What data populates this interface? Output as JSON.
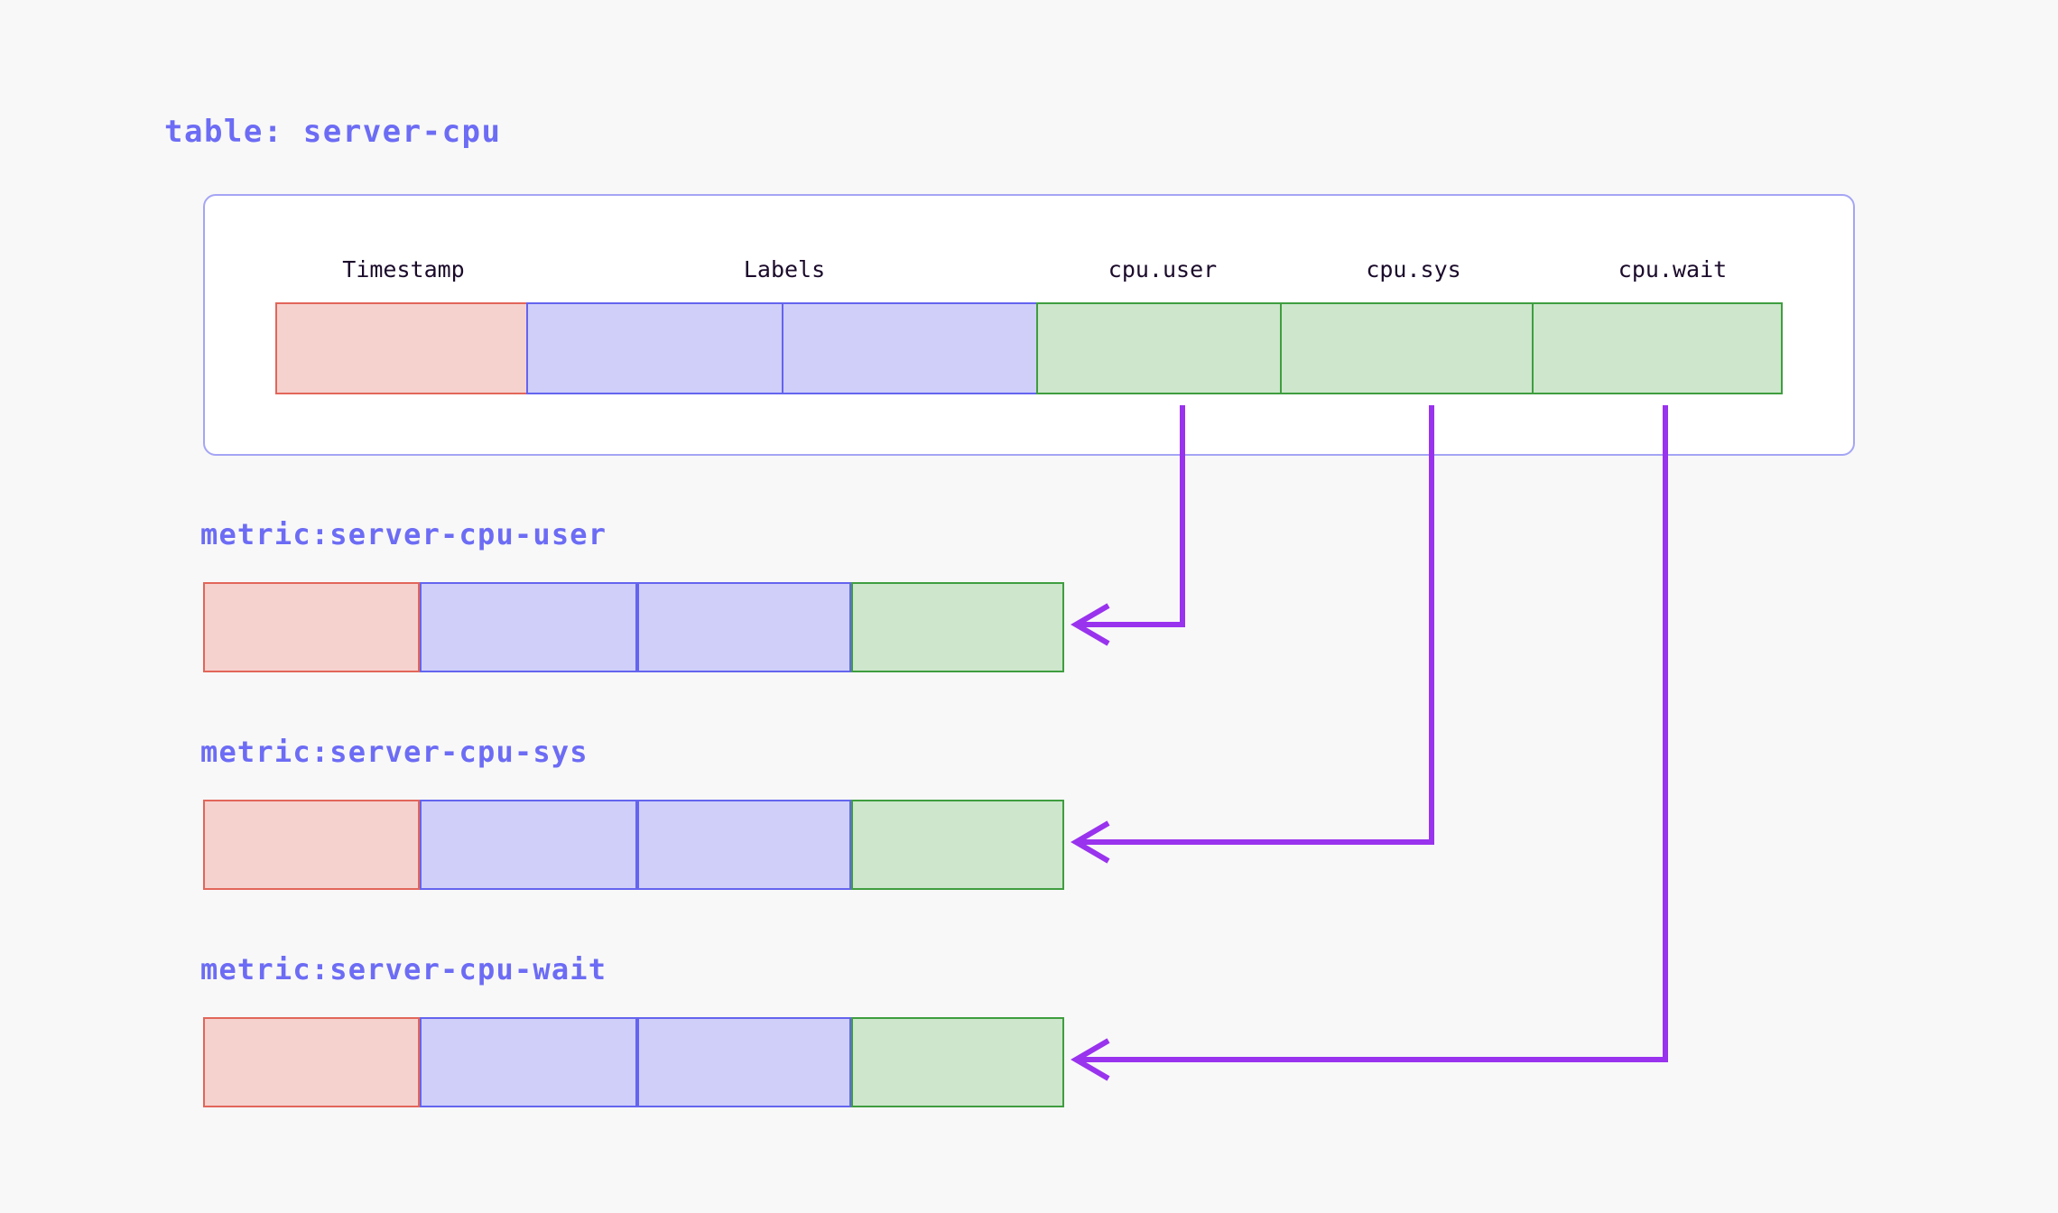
{
  "page": {
    "background_color": "#f8f8f8",
    "accent_color": "#6c6cf5",
    "arrow_color": "#9933ee"
  },
  "table_section": {
    "title": "table: server-cpu",
    "columns": [
      {
        "label": "Timestamp",
        "kind": "timestamp"
      },
      {
        "label": "Labels",
        "kind": "label"
      },
      {
        "label": "",
        "kind": "label"
      },
      {
        "label": "cpu.user",
        "kind": "value"
      },
      {
        "label": "cpu.sys",
        "kind": "value"
      },
      {
        "label": "cpu.wait",
        "kind": "value"
      }
    ],
    "column_headers": [
      "Timestamp",
      "Labels",
      "cpu.user",
      "cpu.sys",
      "cpu.wait"
    ],
    "cell_colors": {
      "timestamp_fill": "#f6d2ce",
      "timestamp_border": "#e2665a",
      "label_fill": "#cfcffa",
      "label_border": "#6464ef",
      "value_fill": "#cde6cc",
      "value_border": "#3f9e3f"
    }
  },
  "metrics": [
    {
      "title": "metric:server-cpu-user",
      "source_column": "cpu.user",
      "cells": [
        "timestamp",
        "label",
        "label",
        "value"
      ]
    },
    {
      "title": "metric:server-cpu-sys",
      "source_column": "cpu.sys",
      "cells": [
        "timestamp",
        "label",
        "label",
        "value"
      ]
    },
    {
      "title": "metric:server-cpu-wait",
      "source_column": "cpu.wait",
      "cells": [
        "timestamp",
        "label",
        "label",
        "value"
      ]
    }
  ],
  "connections": [
    {
      "from": "cpu.user",
      "to": "metric:server-cpu-user"
    },
    {
      "from": "cpu.sys",
      "to": "metric:server-cpu-sys"
    },
    {
      "from": "cpu.wait",
      "to": "metric:server-cpu-wait"
    }
  ]
}
